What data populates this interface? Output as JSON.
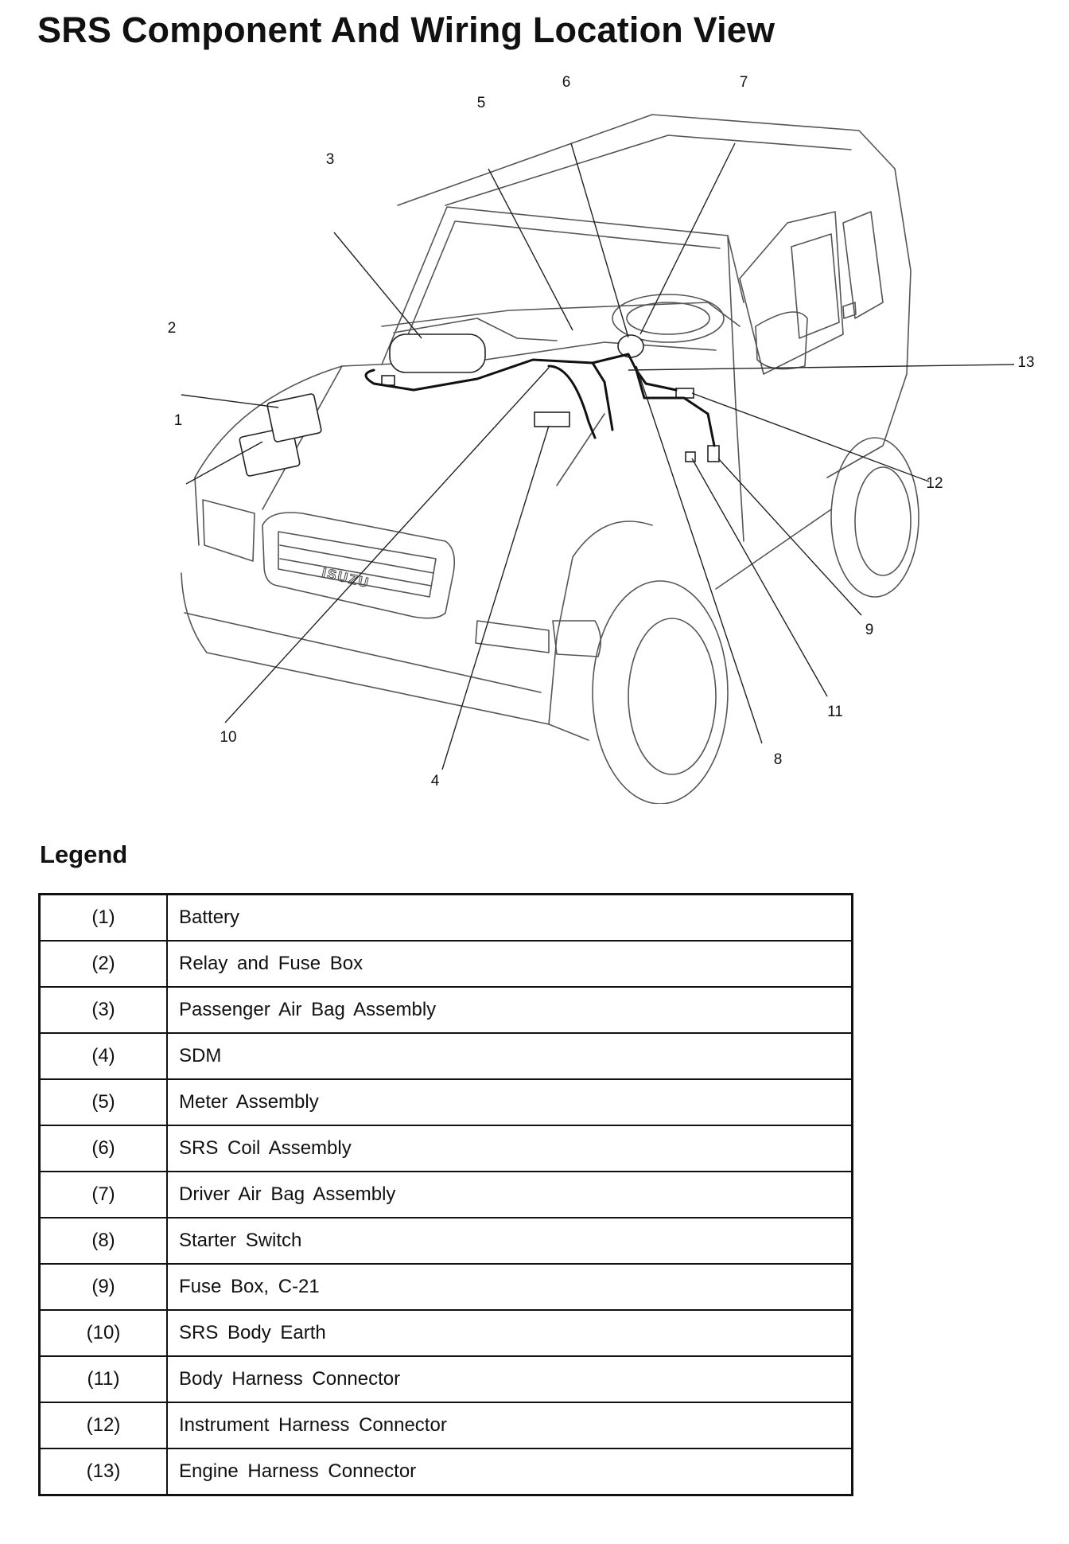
{
  "title": "SRS Component And Wiring Location View",
  "diagram": {
    "brand_badge": "ISUZU",
    "callouts": [
      "1",
      "2",
      "3",
      "4",
      "5",
      "6",
      "7",
      "8",
      "9",
      "10",
      "11",
      "12",
      "13"
    ]
  },
  "legend": {
    "heading": "Legend",
    "rows": [
      {
        "num": "(1)",
        "label": "Battery"
      },
      {
        "num": "(2)",
        "label": "Relay and Fuse Box"
      },
      {
        "num": "(3)",
        "label": "Passenger Air Bag Assembly"
      },
      {
        "num": "(4)",
        "label": "SDM"
      },
      {
        "num": "(5)",
        "label": "Meter Assembly"
      },
      {
        "num": "(6)",
        "label": "SRS Coil Assembly"
      },
      {
        "num": "(7)",
        "label": "Driver Air Bag Assembly"
      },
      {
        "num": "(8)",
        "label": "Starter Switch"
      },
      {
        "num": "(9)",
        "label": "Fuse Box, C-21"
      },
      {
        "num": "(10)",
        "label": "SRS Body Earth"
      },
      {
        "num": "(11)",
        "label": "Body Harness Connector"
      },
      {
        "num": "(12)",
        "label": "Instrument Harness Connector"
      },
      {
        "num": "(13)",
        "label": "Engine Harness Connector"
      }
    ]
  }
}
